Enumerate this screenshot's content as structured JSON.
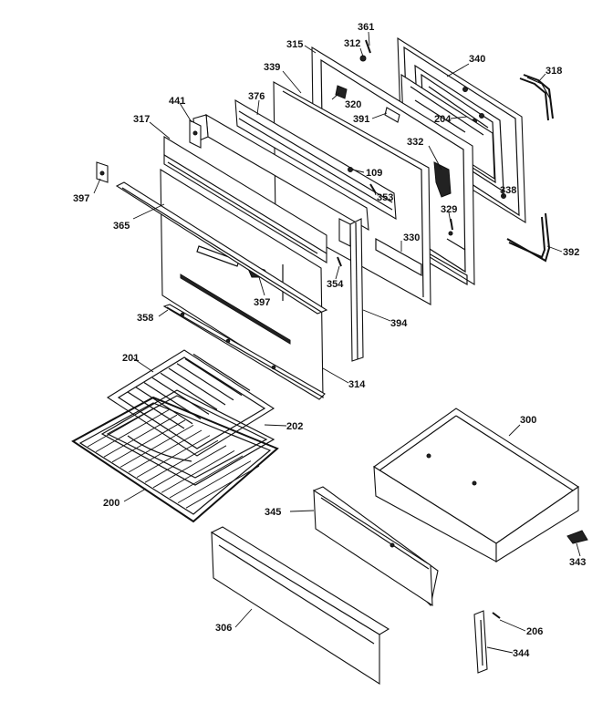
{
  "header_fragments": [
    "",
    ""
  ],
  "parts": [
    {
      "id": "p361",
      "label": "361"
    },
    {
      "id": "p312",
      "label": "312"
    },
    {
      "id": "p315",
      "label": "315"
    },
    {
      "id": "p340",
      "label": "340"
    },
    {
      "id": "p318",
      "label": "318"
    },
    {
      "id": "p339",
      "label": "339"
    },
    {
      "id": "p376",
      "label": "376"
    },
    {
      "id": "p441",
      "label": "441"
    },
    {
      "id": "p320",
      "label": "320"
    },
    {
      "id": "p391",
      "label": "391"
    },
    {
      "id": "p204",
      "label": "204"
    },
    {
      "id": "p317",
      "label": "317"
    },
    {
      "id": "p332",
      "label": "332"
    },
    {
      "id": "p109",
      "label": "109"
    },
    {
      "id": "p353",
      "label": "353"
    },
    {
      "id": "p338",
      "label": "338"
    },
    {
      "id": "p397a",
      "label": "397"
    },
    {
      "id": "p365",
      "label": "365"
    },
    {
      "id": "p329",
      "label": "329"
    },
    {
      "id": "p330",
      "label": "330"
    },
    {
      "id": "p392",
      "label": "392"
    },
    {
      "id": "p397b",
      "label": "397"
    },
    {
      "id": "p354",
      "label": "354"
    },
    {
      "id": "p358",
      "label": "358"
    },
    {
      "id": "p394",
      "label": "394"
    },
    {
      "id": "p201",
      "label": "201"
    },
    {
      "id": "p314",
      "label": "314"
    },
    {
      "id": "p202",
      "label": "202"
    },
    {
      "id": "p300",
      "label": "300"
    },
    {
      "id": "p200",
      "label": "200"
    },
    {
      "id": "p345",
      "label": "345"
    },
    {
      "id": "p343",
      "label": "343"
    },
    {
      "id": "p306",
      "label": "306"
    },
    {
      "id": "p206",
      "label": "206"
    },
    {
      "id": "p344",
      "label": "344"
    }
  ]
}
